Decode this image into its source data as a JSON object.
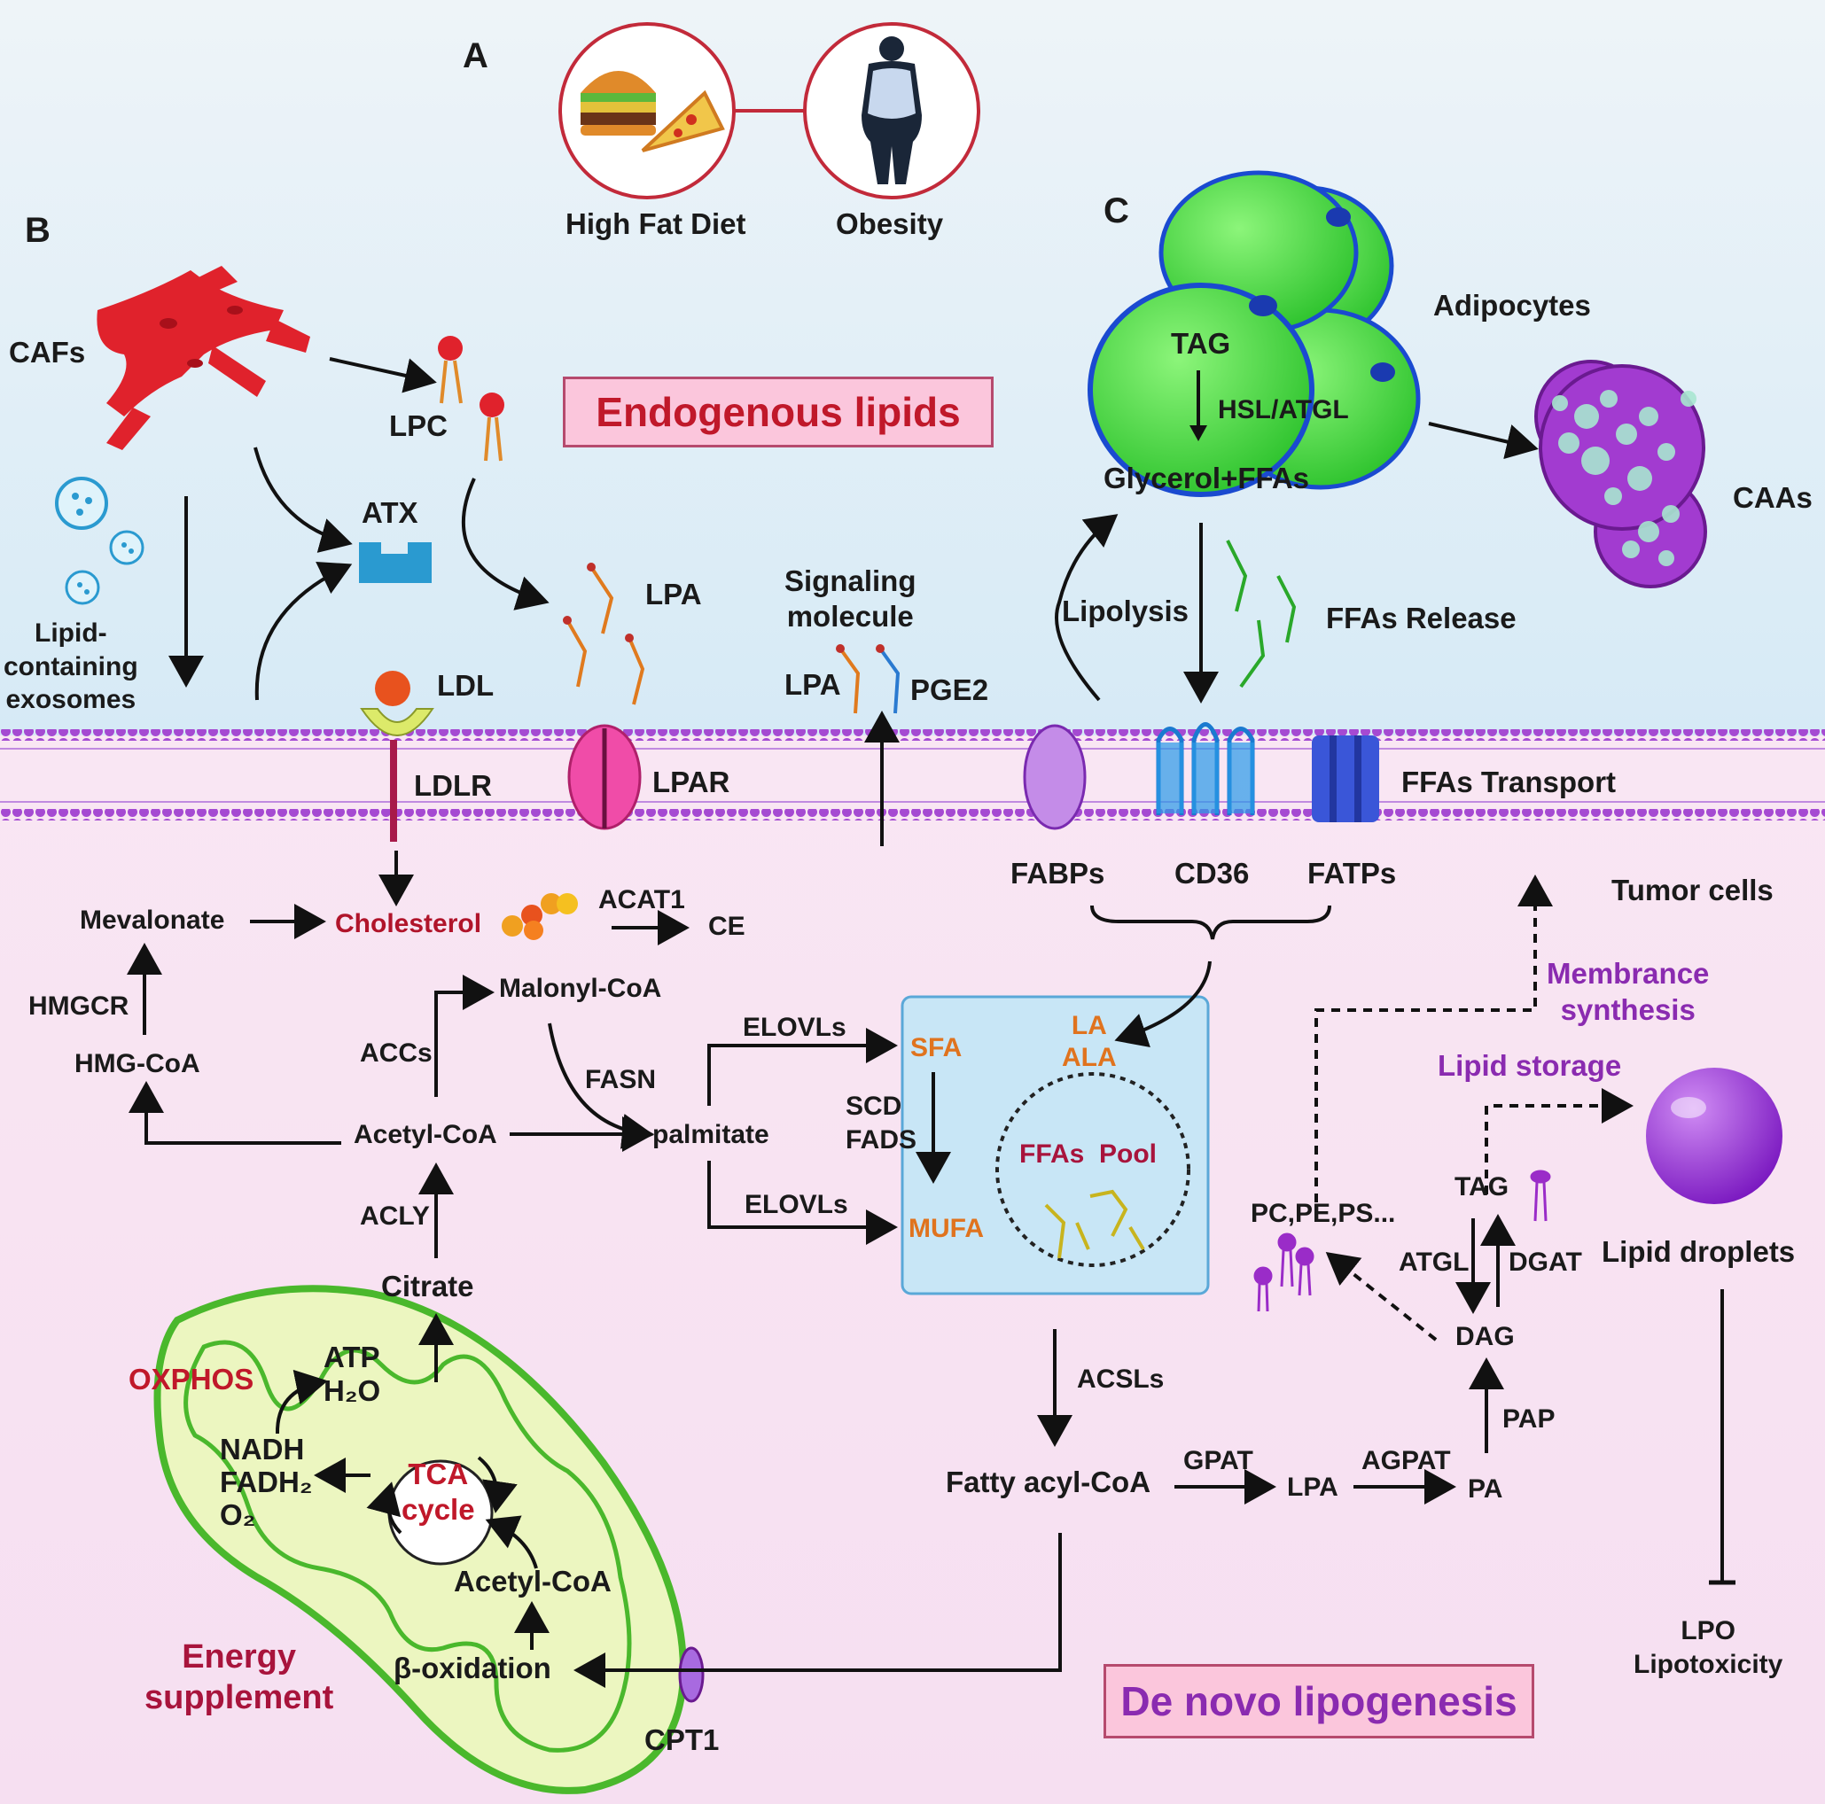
{
  "panels": {
    "a": "A",
    "b": "B",
    "c": "C"
  },
  "top": {
    "diet": "High Fat Diet",
    "obesity": "Obesity"
  },
  "endogenous": "Endogenous lipids",
  "denovo": "De novo lipogenesis",
  "labels": {
    "cafs": "CAFs",
    "lpc": "LPC",
    "atx": "ATX",
    "lpa_top": "LPA",
    "signaling": "Signaling\nmolecule",
    "lpa_sig": "LPA",
    "pge2": "PGE2",
    "ldl": "LDL",
    "exosomes": "Lipid-\ncontaining\nexosomes",
    "tag_adipo": "TAG",
    "hsl": "HSL/ATGL",
    "glycerol": "Glycerol+FFAs",
    "adipocytes": "Adipocytes",
    "caas": "CAAs",
    "lipolysis": "Lipolysis",
    "ffas_release": "FFAs Release",
    "ldlr": "LDLR",
    "lpar": "LPAR",
    "ffas_transport": "FFAs Transport",
    "fabps": "FABPs",
    "cd36": "CD36",
    "fatps": "FATPs",
    "tumor": "Tumor cells",
    "membrane": "Membrance\nsynthesis",
    "mevalonate": "Mevalonate",
    "cholesterol": "Cholesterol",
    "acat1": "ACAT1",
    "ce": "CE",
    "malonyl": "Malonyl-CoA",
    "hmgcr": "HMGCR",
    "hmgcoa": "HMG-CoA",
    "accs": "ACCs",
    "fasn": "FASN",
    "elovls1": "ELOVLs",
    "elovls2": "ELOVLs",
    "acetyl": "Acetyl-CoA",
    "palmitate": "palmitate",
    "scd": "SCD\nFADS",
    "sfa": "SFA",
    "mufa": "MUFA",
    "la": "LA\nALA",
    "ffas_pool": "FFAs  Pool",
    "lipid_storage": "Lipid storage",
    "tag": "TAG",
    "atgl": "ATGL",
    "dgat": "DGAT",
    "pc": "PC,PE,PS...",
    "lipid_droplets": "Lipid droplets",
    "dag": "DAG",
    "acly": "ACLY",
    "citrate": "Citrate",
    "oxphos": "OXPHOS",
    "atp": "ATP\nH₂O",
    "nadh": "NADH\nFADH₂\nO₂",
    "tca": "TCA\ncycle",
    "acetyl_mito": "Acetyl-CoA",
    "energy": "Energy\nsupplement",
    "boxid": "β-oxidation",
    "cpt1": "CPT1",
    "acsls": "ACSLs",
    "fatty": "Fatty acyl-CoA",
    "gpat": "GPAT",
    "lpa_bottom": "LPA",
    "agpat": "AGPAT",
    "pa": "PA",
    "pap": "PAP",
    "lpo": "LPO\nLipotoxicity"
  },
  "colors": {
    "bg_top": "#dcecf6",
    "bg_bottom": "#f8e2f2",
    "membrane": "#a54ad2",
    "caf": "#e0222c",
    "adipocyte": "#3ed83e",
    "caa": "#a23bd0",
    "mito": "#5cc43c",
    "lipid_droplet": "#9b2ed8"
  }
}
